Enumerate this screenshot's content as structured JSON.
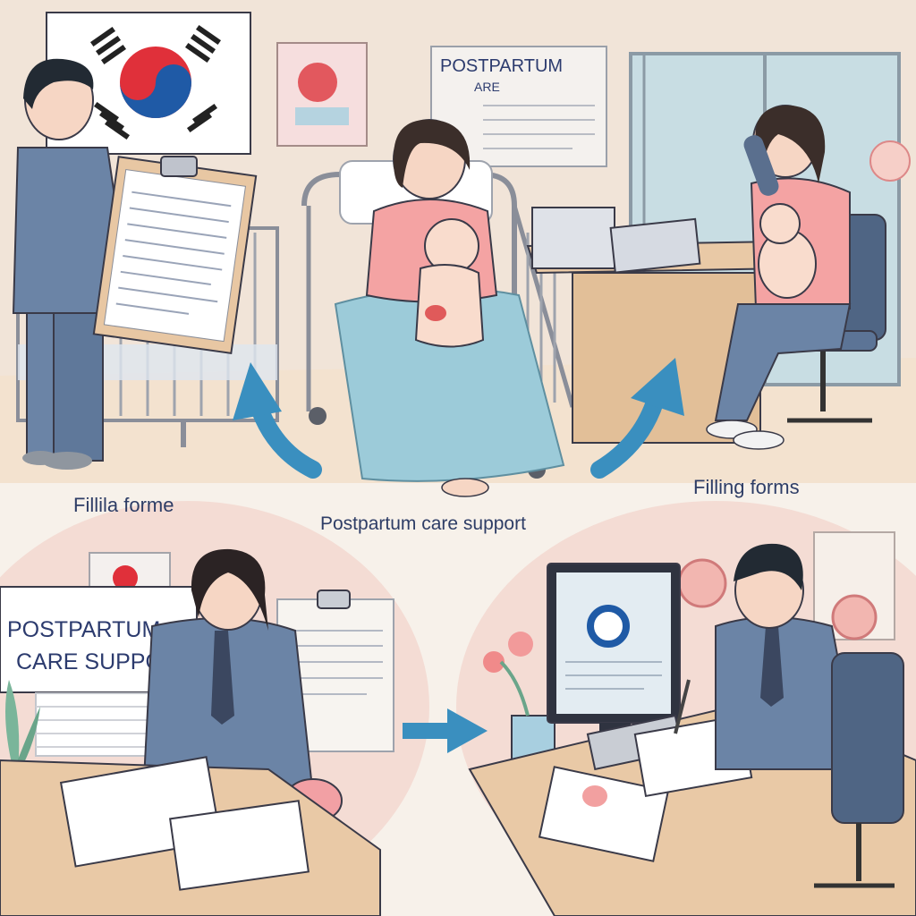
{
  "captions": {
    "left": "Fillil​a forme",
    "right": "Filling forms",
    "center": "Postpartum care support"
  },
  "signs": {
    "wall_poster_title": "POSTPARTUM",
    "wall_poster_sub": "ARE",
    "desk_sign_line1": "POSTPARTUM",
    "desk_sign_line2": "CARE SUPPORT"
  },
  "colors": {
    "outline": "#3a3a48",
    "suit": "#6b84a6",
    "suit_dark": "#4f6584",
    "skin": "#f6d6c4",
    "shirt_pink": "#f4a3a3",
    "blanket": "#9ccbd9",
    "wood": "#e9c9a6",
    "wall": "#f3e6dc",
    "window": "#c8dde3",
    "arrow": "#3a8fbf",
    "flag_red": "#e0303a",
    "flag_blue": "#1f5aa6"
  }
}
